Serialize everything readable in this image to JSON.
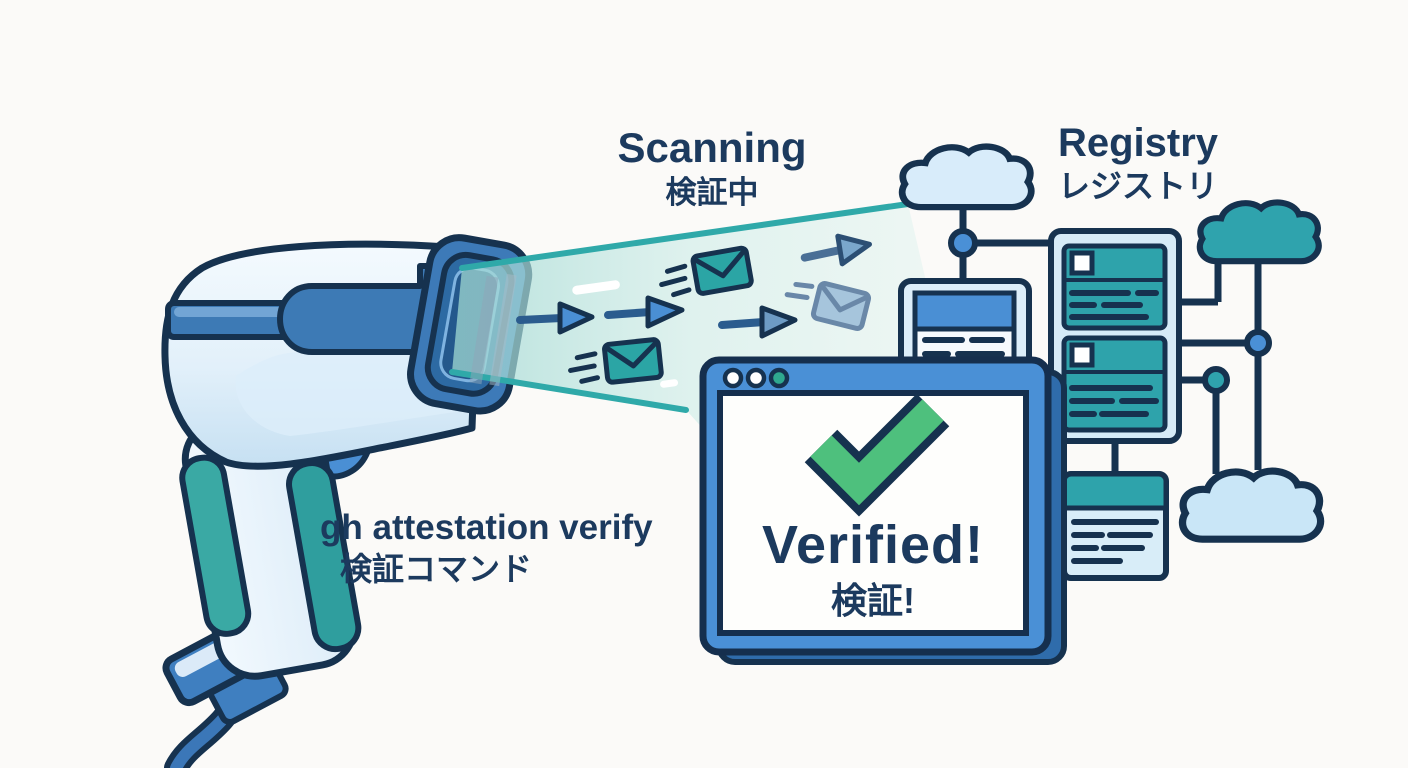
{
  "labels": {
    "scanning": {
      "en": "Scanning",
      "jp": "検証中"
    },
    "registry": {
      "en": "Registry",
      "jp": "レジストリ"
    },
    "command": {
      "en": "gh attestation verify",
      "jp": "検証コマンド"
    },
    "verified": {
      "en": "Verified!",
      "jp": "検証!"
    }
  },
  "colors": {
    "outline_navy": "#16324f",
    "text_navy": "#1c3a5e",
    "window_blue": "#4a90d6",
    "window_shadow_blue": "#2f6cab",
    "scanner_blue": "#3d7ab8",
    "scanner_dark_blue": "#2d6aa3",
    "light_blue_fill": "#d8ecfa",
    "teal": "#2fa3ad",
    "teal_dark": "#259099",
    "grip_teal": "#3aa9a4",
    "beam_teal": "#bfe5e0",
    "beam_edge": "#2fa9a9",
    "check_green": "#4ec07d",
    "dot_teal": "#2fa88f",
    "background": "#fbfaf8"
  }
}
